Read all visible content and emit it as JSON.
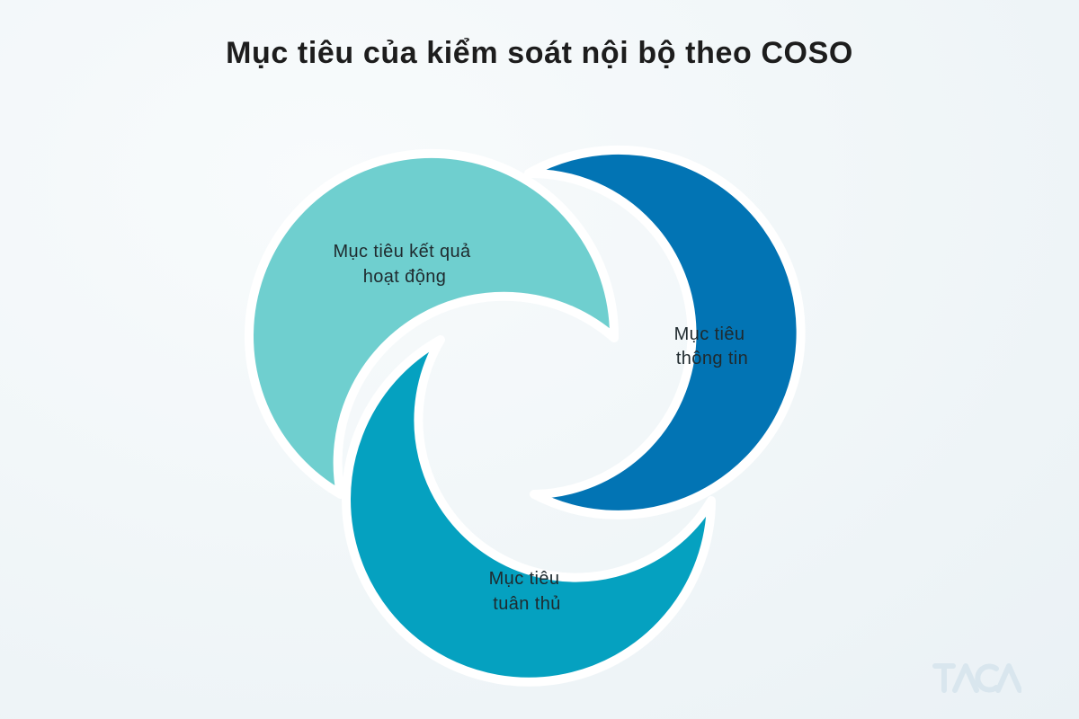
{
  "title": "Mục tiêu của kiểm soát nội bộ theo COSO",
  "segments": [
    {
      "id": "operations",
      "lines": [
        "Mục tiêu kết quả",
        "hoạt động"
      ],
      "color": "#6fcfcf"
    },
    {
      "id": "reporting",
      "lines": [
        "Mục tiêu",
        "thông tin"
      ],
      "color": "#0274b4"
    },
    {
      "id": "compliance",
      "lines": [
        "Mục tiêu",
        "tuân thủ"
      ],
      "color": "#05a1c0"
    }
  ],
  "watermark": {
    "text": "TACA",
    "color": "#d9e6ee"
  },
  "colors": {
    "background": "#f2f7f9",
    "title": "#1d1d1d",
    "label": "#1f2a2e",
    "gap": "#ffffff"
  }
}
